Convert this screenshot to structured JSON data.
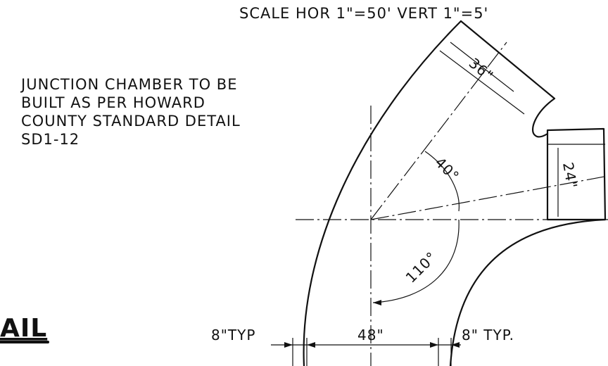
{
  "scale_note": "SCALE HOR 1\"=50' VERT 1\"=5'",
  "note": {
    "line1": "JUNCTION CHAMBER TO BE",
    "line2": "BUILT AS PER HOWARD",
    "line3": "COUNTY STANDARD DETAIL",
    "line4": "SD1-12"
  },
  "title_fragment": "AIL",
  "dimensions": {
    "pipe_36": "36\"",
    "pipe_24": "24\"",
    "angle_40": "40°",
    "angle_110": "110°",
    "wall_left": "8\"TYP",
    "width_48": "48\"",
    "wall_right": "8\" TYP."
  }
}
